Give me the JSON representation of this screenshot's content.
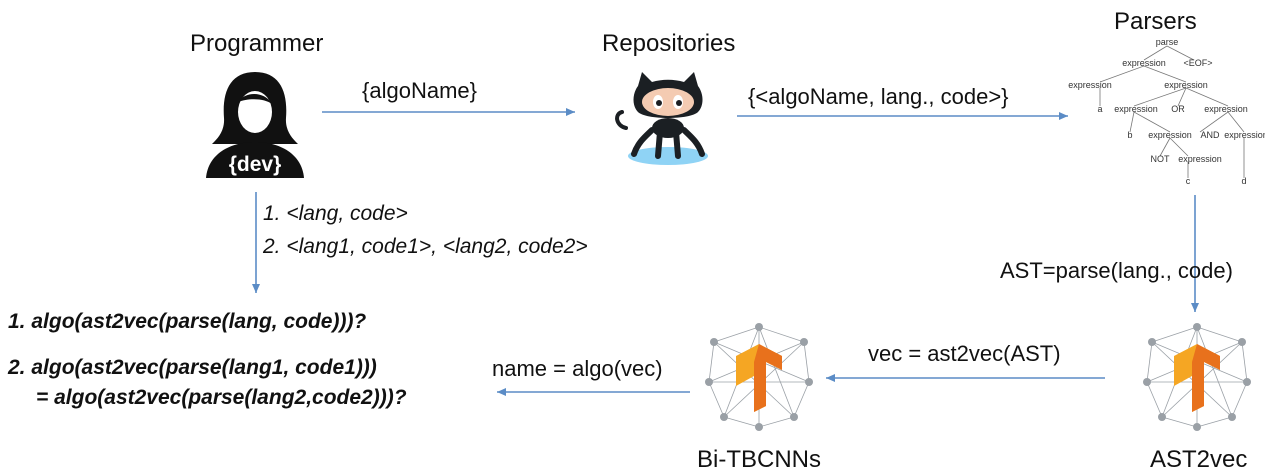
{
  "nodes": {
    "programmer": {
      "title": "Programmer",
      "badge": "{dev}"
    },
    "repositories": {
      "title": "Repositories"
    },
    "parsers": {
      "title": "Parsers",
      "tree_labels": [
        "parse",
        "expression",
        "<EOF>",
        "expression",
        "expression",
        "a",
        "expression",
        "OR",
        "expression",
        "b",
        "expression",
        "AND",
        "expression",
        "NOT",
        "expression",
        "c",
        "d"
      ]
    },
    "ast2vec": {
      "title": "AST2vec"
    },
    "bitbcnns": {
      "title": "Bi-TBCNNs"
    }
  },
  "edges": {
    "prog_to_repo": "{algoName}",
    "repo_to_parsers": "{<algoName, lang., code>}",
    "parsers_to_ast2vec": "AST=parse(lang., code)",
    "ast2vec_to_bitbcnns": "vec = ast2vec(AST)",
    "bitbcnns_to_output": "name = algo(vec)"
  },
  "inputs": [
    "1.  <lang, code>",
    "2.  <lang1, code1>, <lang2, code2>"
  ],
  "questions": [
    "1. algo(ast2vec(parse(lang, code)))?",
    "2. algo(ast2vec(parse(lang1, code1)))",
    "= algo(ast2vec(parse(lang2,code2)))?"
  ],
  "colors": {
    "arrow": "#5b8cc6",
    "tf_orange": "#f5a623",
    "tf_dark": "#e8711c",
    "network": "#9aa0a6",
    "octocat": "#1b1f23",
    "water": "#8fd3f5"
  }
}
